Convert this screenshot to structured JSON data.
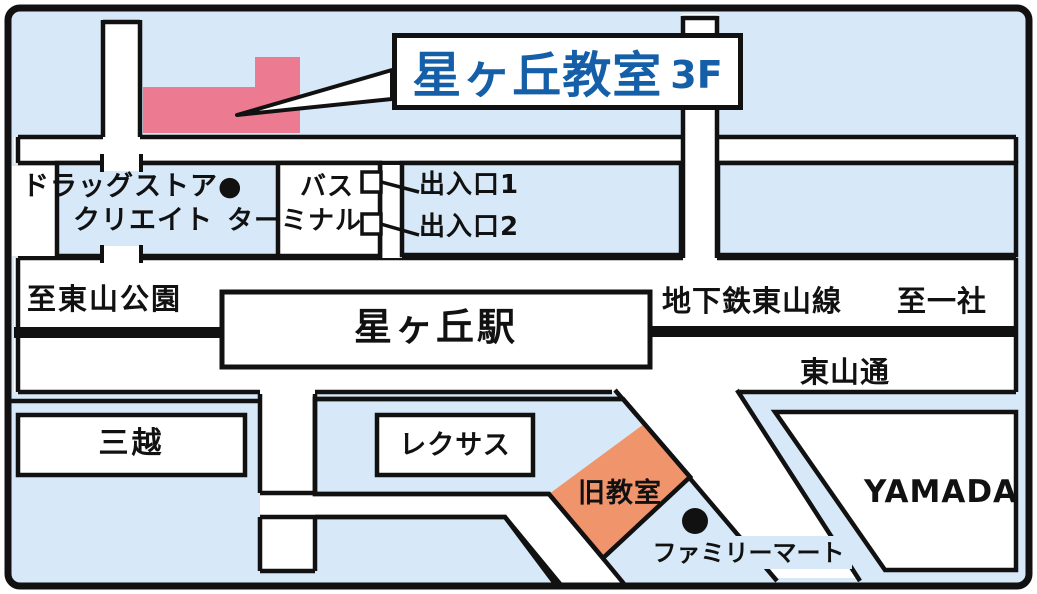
{
  "map": {
    "title": {
      "name": "星ヶ丘教室",
      "floor": "3F"
    },
    "colors": {
      "background": "#d7e9f8",
      "building_pink": "#ec7b92",
      "building_orange": "#f0946c",
      "title_blue": "#155fa9",
      "line_black": "#111111",
      "road_white": "#ffffff"
    },
    "labels": {
      "drugstore_line1": "ドラッグストア●",
      "drugstore_line2": "クリエイト",
      "bus_line1": "バス",
      "bus_line2": "ターミナル",
      "exit1": "出入口1",
      "exit2": "出入口2",
      "to_park": "至東山公園",
      "station": "星ヶ丘駅",
      "subway_line": "地下鉄東山線",
      "to_issha": "至一社",
      "street": "東山通",
      "mitsukoshi": "三越",
      "lexus": "レクサス",
      "old_classroom": "旧教室",
      "familymart": "ファミリーマート",
      "yamada": "YAMADA"
    }
  }
}
